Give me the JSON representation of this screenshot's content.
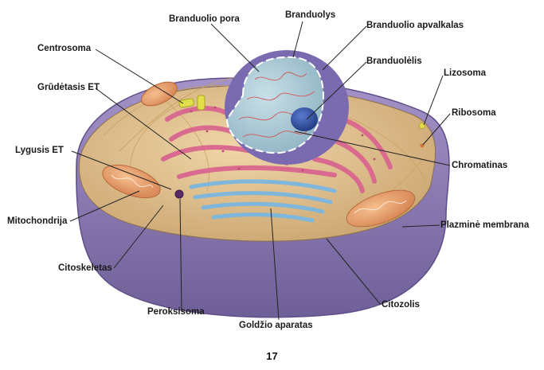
{
  "diagram": {
    "labels": {
      "nuclear_pore": "Branduolio pora",
      "nucleus": "Branduolys",
      "nuclear_envelope": "Branduolio apvalkalas",
      "centrosome": "Centrosoma",
      "nucleolus": "Branduolėlis",
      "lysosome": "Lizosoma",
      "rough_er": "Grūdėtasis ET",
      "ribosome": "Ribosoma",
      "smooth_er": "Lygusis ET",
      "chromatin": "Chromatinas",
      "mitochondrion": "Mitochondrija",
      "plasma_membrane": "Plazminė membrana",
      "cytoskeleton": "Citoskeletas",
      "cytosol": "Citozolis",
      "peroxisome": "Peroksisoma",
      "golgi": "Goldžio aparatas"
    },
    "page_number": "17"
  },
  "colors": {
    "membrane_outer": "#8f7fb8",
    "membrane_dark": "#6f5f98",
    "cytoplasm": "#d9b98a",
    "rough_er": "#d9668f",
    "golgi": "#7fb6dc",
    "nucleus_inner": "#a9c9d4",
    "nucleus_envelope": "#7a6bb0",
    "nucleolus": "#2f4fa0",
    "mitochondria": "#e8a070",
    "centrosome": "#e2e04a"
  }
}
